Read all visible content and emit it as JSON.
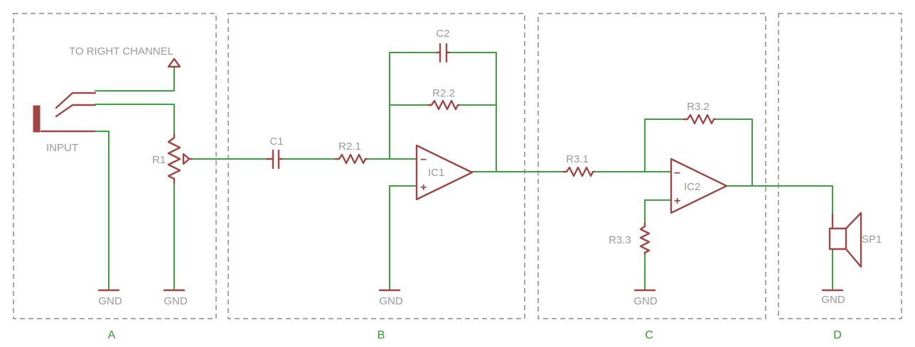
{
  "sections": [
    {
      "id": "A",
      "label": "A"
    },
    {
      "id": "B",
      "label": "B"
    },
    {
      "id": "C",
      "label": "C"
    },
    {
      "id": "D",
      "label": "D"
    }
  ],
  "labels": {
    "to_right_channel": "TO RIGHT CHANNEL",
    "input": "INPUT",
    "r1": "R1",
    "c1": "C1",
    "r21": "R2.1",
    "c2": "C2",
    "r22": "R2.2",
    "ic1": "IC1",
    "r31": "R3.1",
    "r32": "R3.2",
    "r33": "R3.3",
    "ic2": "IC2",
    "sp1": "SP1",
    "gnd": "GND",
    "minus": "−",
    "plus": "+"
  },
  "colors": {
    "wire": "#3aa53a",
    "component": "#a04646",
    "label": "#9a9a9a",
    "section_label": "#2e9a2e",
    "frame": "#a8a8a8"
  }
}
